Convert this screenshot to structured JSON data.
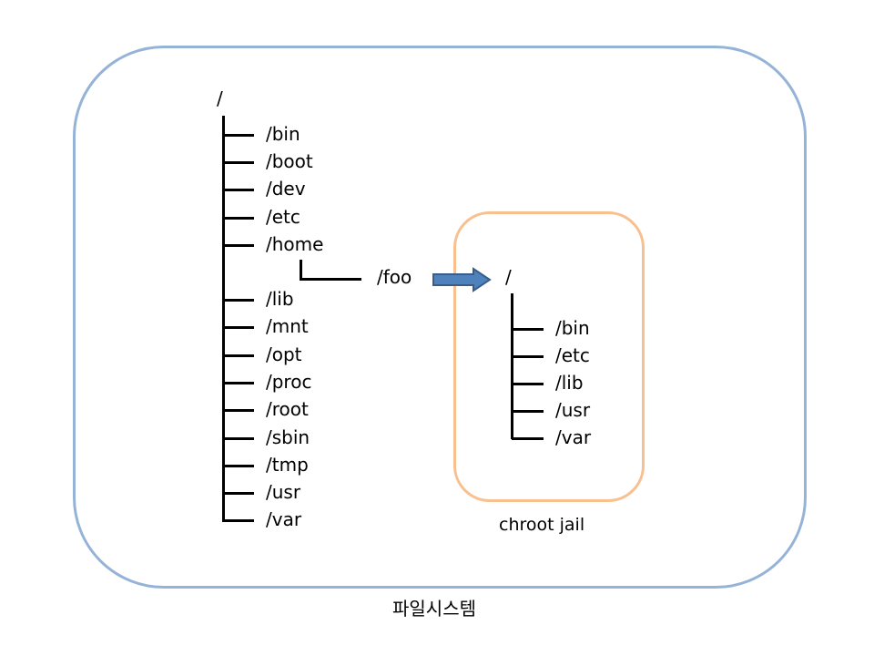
{
  "filesystem": {
    "label": "파일시스템",
    "root": "/",
    "dirs_before_home": [
      "/bin",
      "/boot",
      "/dev",
      "/etc",
      "/home"
    ],
    "home_child": "/foo",
    "dirs_after_home": [
      "/lib",
      "/mnt",
      "/opt",
      "/proc",
      "/root",
      "/sbin",
      "/tmp",
      "/usr",
      "/var"
    ]
  },
  "jail": {
    "label": "chroot jail",
    "root": "/",
    "dirs": [
      "/bin",
      "/etc",
      "/lib",
      "/usr",
      "/var"
    ]
  },
  "colors": {
    "filesystem_border": "#95b3d7",
    "jail_border": "#f9c08f",
    "arrow": "#4f81bd"
  }
}
